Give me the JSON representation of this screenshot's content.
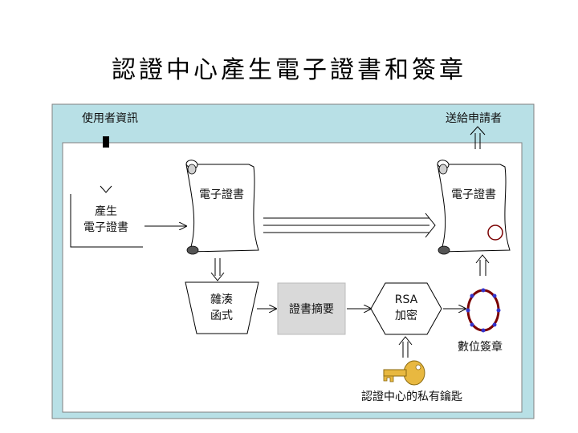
{
  "title": "認證中心產生電子證書和簽章",
  "labels": {
    "user_info": "使用者資訊",
    "send_to_requester": "送給申請者",
    "generate_certificate": [
      "產生",
      "電子證書"
    ],
    "certificate_left": "電子證書",
    "certificate_right": "電子證書",
    "hash_function": [
      "雜湊",
      "函式"
    ],
    "certificate_digest": "證書摘要",
    "rsa_encrypt": [
      "RSA",
      "加密"
    ],
    "digital_signature": "數位簽章",
    "ca_private_key": "認證中心的私有鑰匙"
  },
  "colors": {
    "frame_border": "#a8d8e0",
    "digest_fill": "#d9d9d9",
    "signature_ring": "#7a0000",
    "signature_dots": "#3333cc",
    "key_color": "#e8b840",
    "arrow": "#000000"
  }
}
